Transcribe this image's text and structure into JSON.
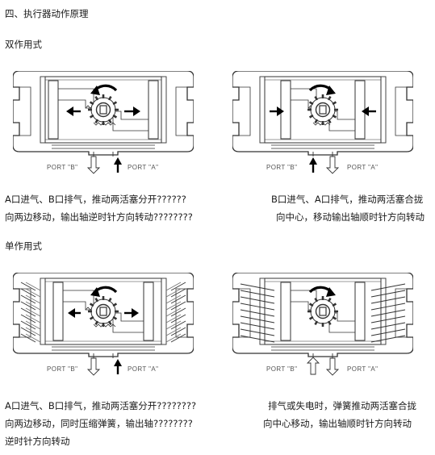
{
  "section_title": "四、执行器动作原理",
  "double_acting": {
    "heading": "双作用式",
    "left": {
      "port_b": "PORT \"B\"",
      "port_a": "PORT \"A\"",
      "caption_line1": "A口进气、B口排气，推动两活塞分开??????",
      "caption_line2": "向两边移动，输出轴逆时针方向转动????????"
    },
    "right": {
      "port_b": "PORT \"B\"",
      "port_a": "PORT \"A\"",
      "caption_line1": "B口进气、A口排气，推动两活塞合拢",
      "caption_line2": "向中心，移动输出轴顺时针方向转动"
    }
  },
  "single_acting": {
    "heading": "单作用式",
    "left": {
      "port_b": "PORT \"B\"",
      "port_a": "PORT \"A\"",
      "caption_line1": "A口进气、B口排气，推动两活塞分开????????",
      "caption_line2": "向两边移动，同时压缩弹簧，输出轴????????",
      "caption_line3": "逆时针方向转动"
    },
    "right": {
      "port_b": "PORT \"B\"",
      "port_a": "PORT \"A\"",
      "caption_line1": "排气或失电时，弹簧推动两活塞合拢",
      "caption_line2": "向中心移动，输出轴顺时针方向转动"
    }
  },
  "colors": {
    "line": "#333333",
    "arrow": "#000000",
    "text": "#1a1a1a"
  }
}
